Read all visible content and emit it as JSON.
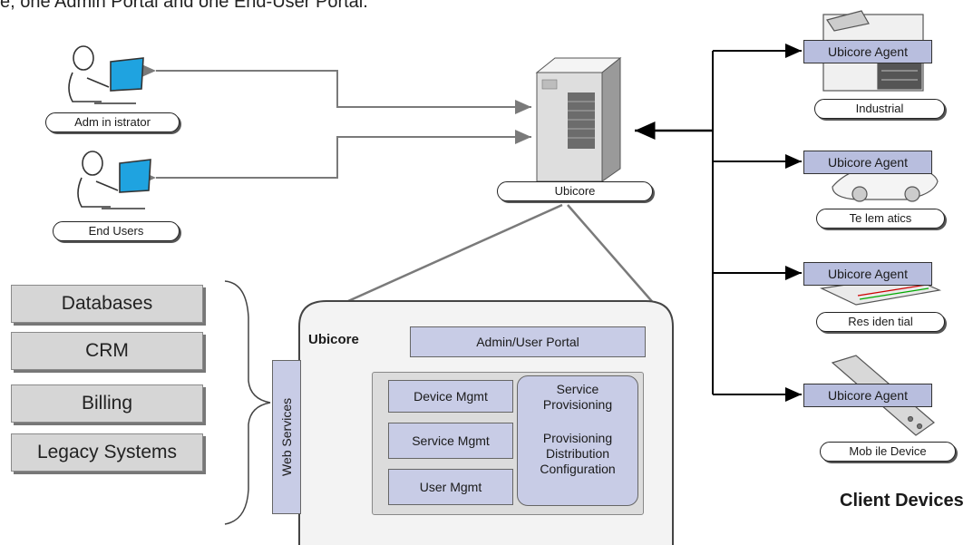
{
  "caption": "e, one Admin Portal and one End-User Portal.",
  "people": [
    {
      "label": "Adm in istrator"
    },
    {
      "label": "End Users"
    }
  ],
  "server": {
    "label": "Ubicore"
  },
  "systems": [
    {
      "label": "Databases"
    },
    {
      "label": "CRM"
    },
    {
      "label": "Billing"
    },
    {
      "label": "Legacy Systems"
    }
  ],
  "core": {
    "title": "Ubicore",
    "portal": "Admin/User Portal",
    "web_services": "Web Services",
    "modules": [
      "Device Mgmt",
      "Service Mgmt",
      "User Mgmt"
    ],
    "provisioning_top": "Service Provisioning",
    "provisioning_bottom": "Provisioning Distribution Configuration"
  },
  "devices": [
    {
      "agent": "Ubicore Agent",
      "label": "Industrial",
      "icon": "industrial-machine-icon"
    },
    {
      "agent": "Ubicore Agent",
      "label": "Te lem atics",
      "icon": "car-icon"
    },
    {
      "agent": "Ubicore Agent",
      "label": "Res iden tial",
      "icon": "set-top-box-icon"
    },
    {
      "agent": "Ubicore Agent",
      "label": "Mob ile Device",
      "icon": "mobile-phone-icon"
    }
  ],
  "client_devices": "Client Devices",
  "colors": {
    "module_fill": "#c8cce6",
    "system_fill": "#d6d6d6",
    "panel_fill": "#dcdcdc",
    "screen_blue": "#1fa3e0"
  }
}
